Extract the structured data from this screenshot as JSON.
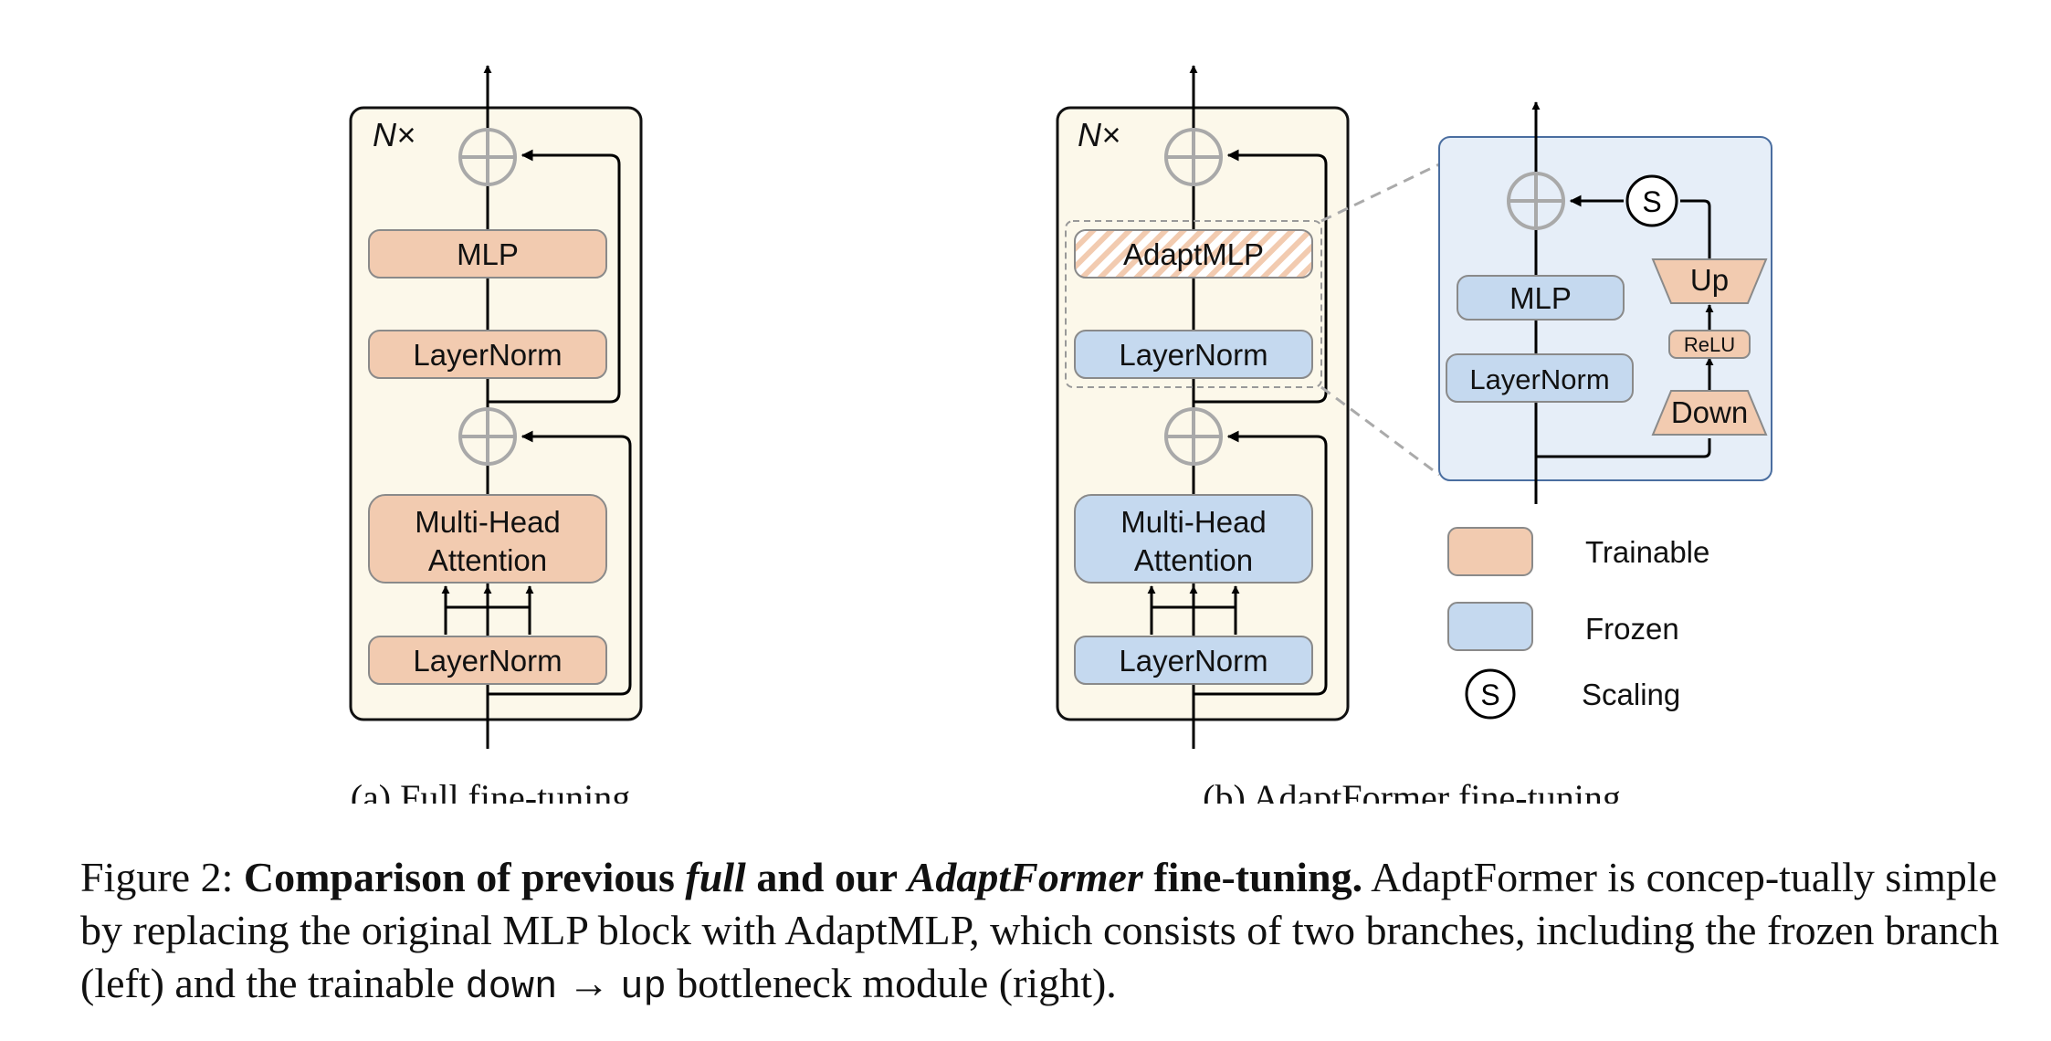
{
  "colors": {
    "trainable": "#f2cbb0",
    "frozen": "#c5d9ef",
    "block_background": "#fcf8ea",
    "zoom_background": "#e6eef8"
  },
  "panel_a": {
    "repeat_label": "N×",
    "mlp": "MLP",
    "layernorm_top": "LayerNorm",
    "attention_line1": "Multi-Head",
    "attention_line2": "Attention",
    "layernorm_bottom": "LayerNorm",
    "subcaption": "(a) Full fine-tuning."
  },
  "panel_b": {
    "repeat_label": "N×",
    "adaptmlp": "AdaptMLP",
    "layernorm_top": "LayerNorm",
    "attention_line1": "Multi-Head",
    "attention_line2": "Attention",
    "layernorm_bottom": "LayerNorm",
    "subcaption": "(b) AdaptFormer fine-tuning",
    "zoom": {
      "scale_symbol": "S",
      "mlp": "MLP",
      "layernorm": "LayerNorm",
      "up": "Up",
      "relu": "ReLU",
      "down": "Down"
    }
  },
  "legend": {
    "trainable": "Trainable",
    "frozen": "Frozen",
    "scaling_symbol": "S",
    "scaling": "Scaling"
  },
  "caption": {
    "prefix": "Figure 2: ",
    "bold1": "Comparison of previous ",
    "bold_italic1": "full",
    "bold2": " and our ",
    "bold_italic2": "AdaptFormer",
    "bold3": " fine-tuning.",
    "text1": " AdaptFormer is concep-tually simple by replacing the original MLP block with AdaptMLP, which consists of two branches, including the frozen branch (left) and the trainable ",
    "code_down": "down",
    "arrow": " → ",
    "code_up": "up",
    "text2": " bottleneck module (right)."
  }
}
